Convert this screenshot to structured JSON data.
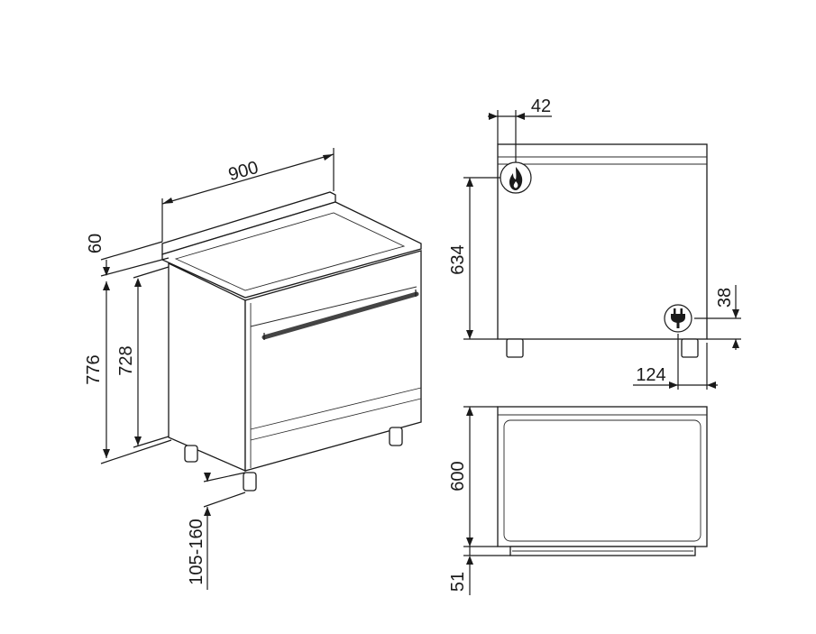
{
  "dimensions": {
    "width": "900",
    "backguard": "60",
    "total_height": "776",
    "body_height": "728",
    "feet": "105-160",
    "side_top": "42",
    "gas_height": "634",
    "plug_height": "38",
    "plug_offset": "124",
    "depth": "600",
    "handle_depth": "51"
  },
  "icons": {
    "gas": "gas-flame-icon",
    "plug": "electric-plug-icon"
  },
  "colors": {
    "line": "#1a1a1a",
    "gas_icon": "#1a1a1a",
    "handle": "#444444"
  }
}
